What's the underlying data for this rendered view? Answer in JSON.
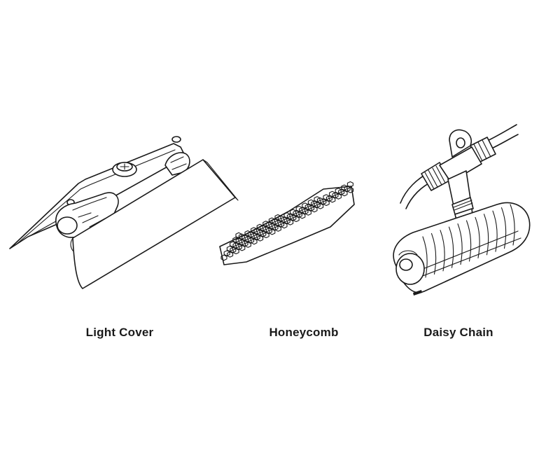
{
  "items": [
    {
      "label": "Light Cover"
    },
    {
      "label": "Honeycomb"
    },
    {
      "label": "Daisy Chain"
    }
  ],
  "colors": {
    "line": "#1a1a1a",
    "background": "#ffffff"
  }
}
